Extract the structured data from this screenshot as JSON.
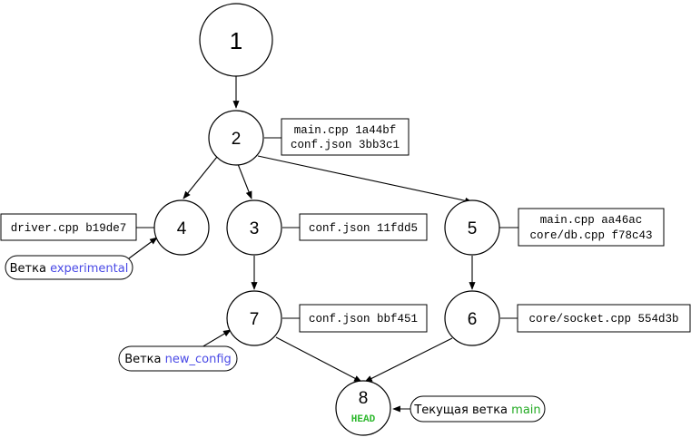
{
  "commits": [
    {
      "id": "1",
      "label": "1"
    },
    {
      "id": "2",
      "label": "2",
      "files": [
        "main.cpp 1a44bf",
        "conf.json 3bb3c1"
      ]
    },
    {
      "id": "3",
      "label": "3",
      "files": [
        "conf.json 11fdd5"
      ]
    },
    {
      "id": "4",
      "label": "4",
      "files": [
        "driver.cpp b19de7"
      ]
    },
    {
      "id": "5",
      "label": "5",
      "files": [
        "main.cpp aa46ac",
        "core/db.cpp f78c43"
      ]
    },
    {
      "id": "6",
      "label": "6",
      "files": [
        "core/socket.cpp 554d3b"
      ]
    },
    {
      "id": "7",
      "label": "7",
      "files": [
        "conf.json bbf451"
      ]
    },
    {
      "id": "8",
      "label": "8",
      "sublabel": "HEAD"
    }
  ],
  "edges": [
    [
      "1",
      "2"
    ],
    [
      "2",
      "4"
    ],
    [
      "2",
      "3"
    ],
    [
      "2",
      "5"
    ],
    [
      "3",
      "7"
    ],
    [
      "5",
      "6"
    ],
    [
      "7",
      "8"
    ],
    [
      "6",
      "8"
    ]
  ],
  "branches": [
    {
      "prefix": "Ветка ",
      "name": "experimental",
      "target": "4",
      "name_color": "#4a4ae6"
    },
    {
      "prefix": "Ветка ",
      "name": "new_config",
      "target": "7",
      "name_color": "#4a4ae6"
    },
    {
      "prefix": "Текущая ветка ",
      "name": "main",
      "target": "8",
      "name_color": "#22aa22"
    }
  ],
  "colors": {
    "branch_name_blue": "#4a4ae6",
    "branch_name_green": "#22aa22",
    "head_green": "#2db82d"
  }
}
